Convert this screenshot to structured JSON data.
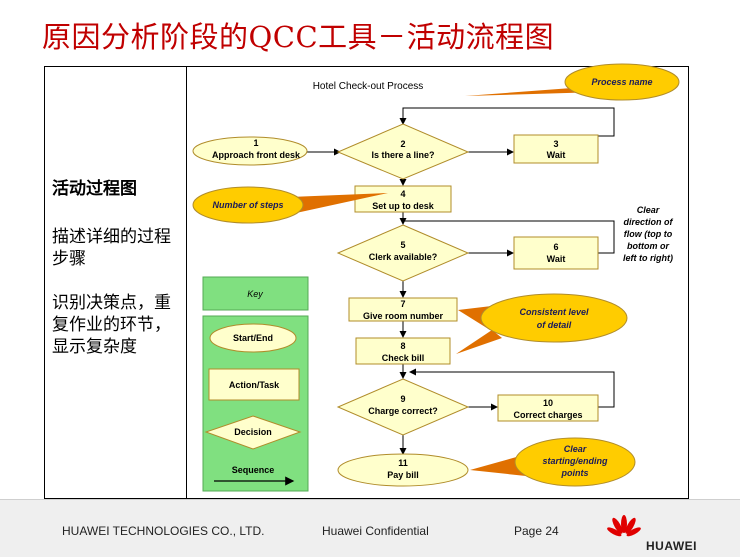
{
  "slide_title": "原因分析阶段的QCC工具－活动流程图",
  "left_panel": {
    "heading": "活动过程图",
    "paragraph1": "描述详细的过程步骤",
    "paragraph2": "识别决策点，重复作业的环节，显示复杂度"
  },
  "diagram": {
    "title": "Hotel Check-out Process",
    "steps": {
      "s1": {
        "num": "1",
        "label": "Approach front desk"
      },
      "s2": {
        "num": "2",
        "label": "Is there a line?"
      },
      "s3": {
        "num": "3",
        "label": "Wait"
      },
      "s4": {
        "num": "4",
        "label": "Set up to desk"
      },
      "s5": {
        "num": "5",
        "label": "Clerk available?"
      },
      "s6": {
        "num": "6",
        "label": "Wait"
      },
      "s7": {
        "num": "7",
        "label": "Give room number"
      },
      "s8": {
        "num": "8",
        "label": "Check bill"
      },
      "s9": {
        "num": "9",
        "label": "Charge correct?"
      },
      "s10": {
        "num": "10",
        "label": "Correct charges"
      },
      "s11": {
        "num": "11",
        "label": "Pay bill"
      }
    },
    "callouts": {
      "process_name": "Process name",
      "number_of_steps": "Number of steps",
      "consistent": [
        "Consistent level",
        "of detail"
      ],
      "clear_points": [
        "Clear",
        "starting/ending",
        "points"
      ]
    },
    "direction_note": [
      "Clear",
      "direction of",
      "flow (top to",
      "bottom or",
      "left to right)"
    ],
    "key": {
      "title": "Key",
      "start_end": "Start/End",
      "action": "Action/Task",
      "decision": "Decision",
      "sequence": "Sequence"
    },
    "colors": {
      "shape_fill": "#ffffcc",
      "shape_stroke": "#b08c2a",
      "callout_fill": "#ffcc00",
      "callout_tail": "#e07000",
      "key_green": "#7fe07f"
    }
  },
  "footer": {
    "company": "HUAWEI TECHNOLOGIES CO., LTD.",
    "confidential": "Huawei Confidential",
    "page": "Page 24",
    "brand": "HUAWEI"
  }
}
